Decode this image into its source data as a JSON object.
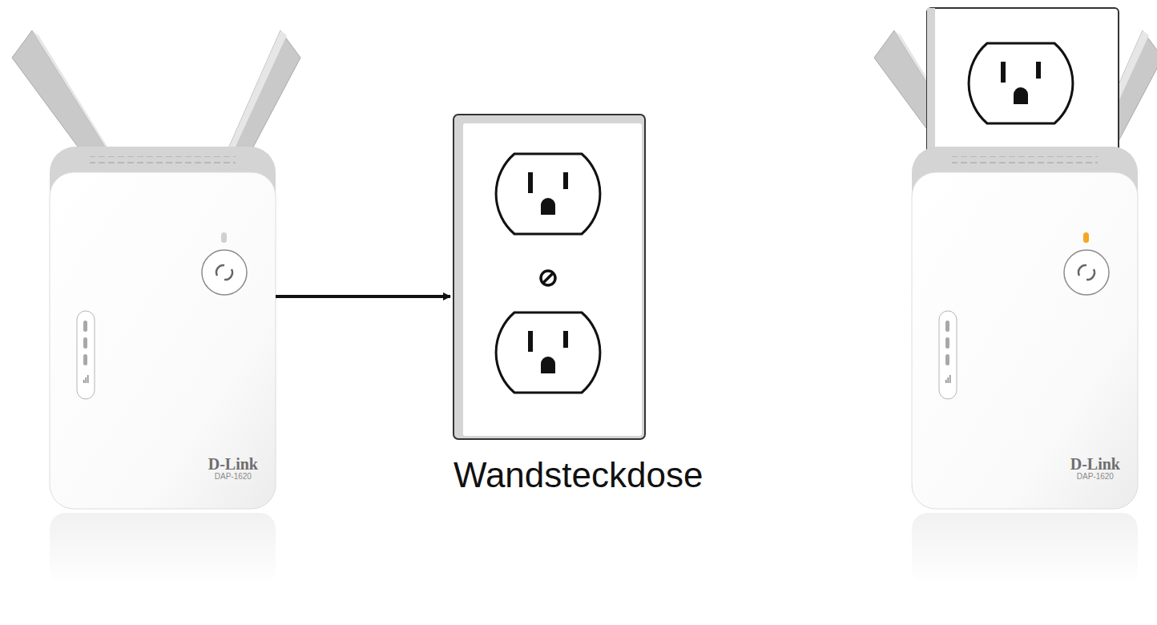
{
  "diagram": {
    "nodes": [
      {
        "text": [
          "D-Link",
          "DAP-1620"
        ]
      },
      {
        "text": [
          "Wandsteckdose"
        ]
      },
      {
        "text": [
          "D-Link",
          "DAP-1620"
        ]
      }
    ],
    "edges": [
      {
        "from": 0,
        "to": 1,
        "arrow": "to"
      }
    ]
  }
}
